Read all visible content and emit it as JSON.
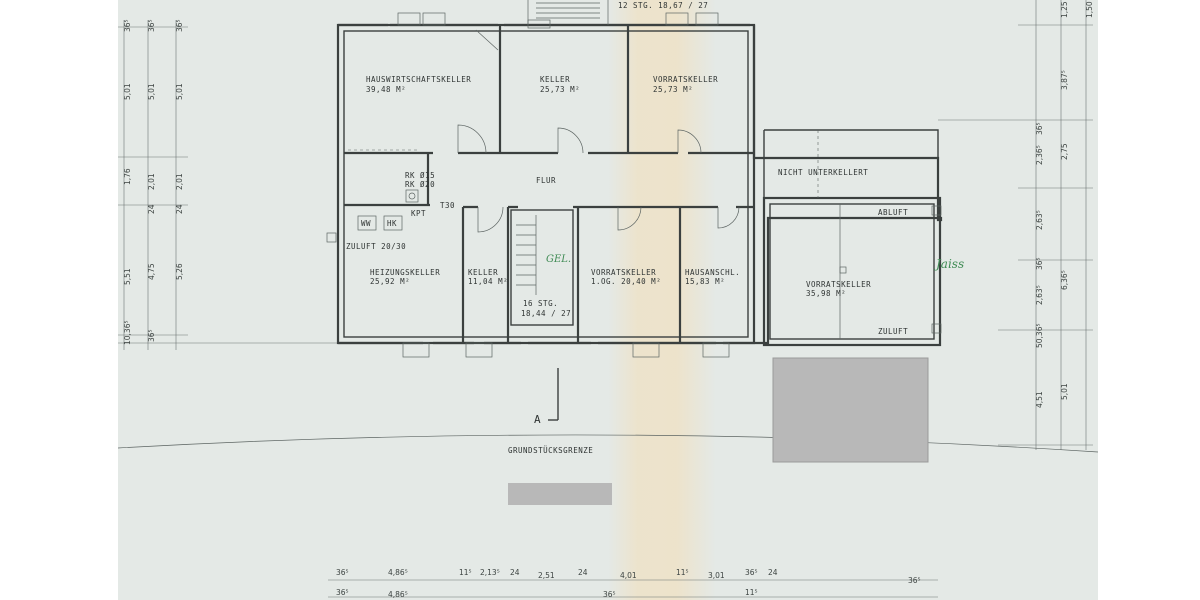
{
  "rooms": {
    "hauswirtschaft": {
      "name": "HAUSWIRTSCHAFTSKELLER",
      "area": "39,48 M²"
    },
    "keller_top": {
      "name": "KELLER",
      "area": "25,73 M²"
    },
    "vorrat_top": {
      "name": "VORRATSKELLER",
      "area": "25,73 M²"
    },
    "flur": {
      "name": "FLUR"
    },
    "nicht_unterkellert": {
      "name": "NICHT  UNTERKELLERT"
    },
    "heizung": {
      "name": "HEIZUNGSKELLER",
      "area": "25,92 M²"
    },
    "keller_small": {
      "name": "KELLER",
      "area": "11,04 M²"
    },
    "vorrat_mid": {
      "name": "VORRATSKELLER",
      "area": "1.OG. 20,40 M²"
    },
    "hausanschl": {
      "name": "HAUSANSCHL.",
      "area": "15,83 M²"
    },
    "vorrat_right": {
      "name": "VORRATSKELLER",
      "area": "35,98 M²"
    }
  },
  "annotations": {
    "stair_top": "12  STG.  18,67 / 27",
    "stair_mid": "16 STG.",
    "stair_mid_ratio": "18,44 / 27",
    "rk1": "RK Ø15",
    "rk2": "RK Ø20",
    "kpt": "KPT",
    "t30": "T30",
    "ww": "WW",
    "hk": "HK",
    "zuluft_left": "ZULUFT 20/30",
    "abluft": "ABLUFT",
    "zuluft_right": "ZULUFT",
    "gel": "GEL.",
    "section": "A",
    "grenze": "GRUNDSTÜCKSGRENZE",
    "signature": "Jaiss"
  },
  "dims_left_a": [
    "36⁵",
    "5,01",
    "1,76",
    "5,51",
    "10,36⁵"
  ],
  "dims_left_b": [
    "36⁵",
    "5,01",
    "2,01",
    "24",
    "4,75",
    "36⁵"
  ],
  "dims_left_c": [
    "36⁵",
    "5,01",
    "2,01",
    "24",
    "5,26"
  ],
  "dims_right_a": [
    "36⁵",
    "2,36⁵",
    "2,63⁵",
    "36⁵",
    "2,63⁵",
    "50,36⁵",
    "4,51"
  ],
  "dims_right_b": [
    "1,25",
    "3,87⁵",
    "2,75",
    "6,36⁵",
    "5,01"
  ],
  "dims_right_top": "1,50",
  "dims_bottom_a": [
    "36⁵",
    "4,86⁵",
    "11⁵",
    "2,13⁵",
    "24",
    "2,51",
    "24",
    "4,01",
    "11⁵",
    "3,01",
    "36⁵",
    "24",
    "36⁵"
  ],
  "dims_bottom_b": [
    "36⁵",
    "4,86⁵",
    "36⁵",
    "11⁵"
  ],
  "colors": {
    "paper": "#e4e9e6",
    "ink": "#3b403f",
    "stain": "#eee2c8",
    "redaction": "#b8b8b8",
    "green_ink": "#3f8b54"
  }
}
